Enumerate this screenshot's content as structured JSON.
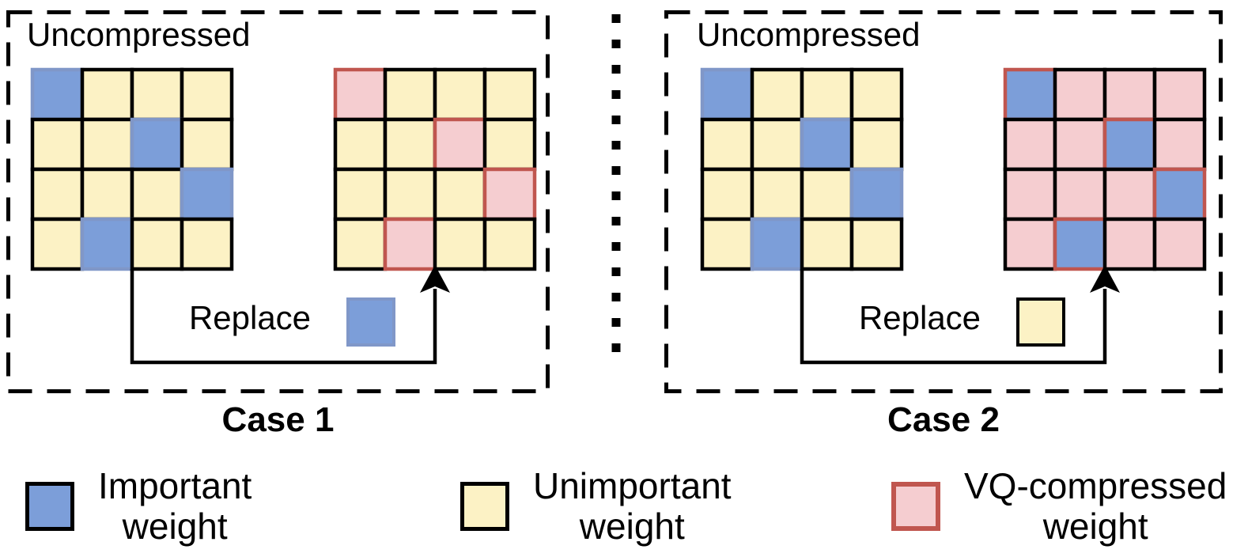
{
  "figure": {
    "panels": [
      {
        "title": "Uncompressed",
        "case_label": "Case 1",
        "replace_label": "Replace",
        "replace_swatch": "important",
        "replace_swatch_border": "important_border",
        "grids": [
          {
            "name": "uncompressed-weights",
            "cells": [
              [
                "B",
                "Y",
                "Y",
                "Y"
              ],
              [
                "Y",
                "Y",
                "B",
                "Y"
              ],
              [
                "Y",
                "Y",
                "Y",
                "B"
              ],
              [
                "Y",
                "B",
                "Y",
                "Y"
              ]
            ],
            "stroke_map": {
              "B": "important_border",
              "Y": "line",
              "P": "vq_border"
            }
          },
          {
            "name": "compressed-weights-important-replaced",
            "cells": [
              [
                "P",
                "Y",
                "Y",
                "Y"
              ],
              [
                "Y",
                "Y",
                "P",
                "Y"
              ],
              [
                "Y",
                "Y",
                "Y",
                "P"
              ],
              [
                "Y",
                "P",
                "Y",
                "Y"
              ]
            ],
            "stroke_map": {
              "B": "important_border",
              "Y": "line",
              "P": "vq_border"
            }
          }
        ]
      },
      {
        "title": "Uncompressed",
        "case_label": "Case 2",
        "replace_label": "Replace",
        "replace_swatch": "unimportant",
        "replace_swatch_border": "line",
        "grids": [
          {
            "name": "uncompressed-weights",
            "cells": [
              [
                "B",
                "Y",
                "Y",
                "Y"
              ],
              [
                "Y",
                "Y",
                "B",
                "Y"
              ],
              [
                "Y",
                "Y",
                "Y",
                "B"
              ],
              [
                "Y",
                "B",
                "Y",
                "Y"
              ]
            ],
            "stroke_map": {
              "B": "important_border",
              "Y": "line",
              "P": "vq_border"
            }
          },
          {
            "name": "compressed-weights-unimportant-replaced",
            "cells": [
              [
                "B",
                "P",
                "P",
                "P"
              ],
              [
                "P",
                "P",
                "B",
                "P"
              ],
              [
                "P",
                "P",
                "P",
                "B"
              ],
              [
                "P",
                "B",
                "P",
                "P"
              ]
            ],
            "stroke_map": {
              "B": "vq_border",
              "Y": "line",
              "P": "line"
            }
          }
        ]
      }
    ],
    "legend": [
      {
        "swatch": "important",
        "swatch_border": "line",
        "lines": [
          "Important",
          "weight"
        ]
      },
      {
        "swatch": "unimportant",
        "swatch_border": "line",
        "lines": [
          "Unimportant",
          "weight"
        ]
      },
      {
        "swatch": "vq",
        "swatch_border": "vq_border",
        "lines": [
          "VQ-compressed",
          "weight"
        ]
      }
    ]
  },
  "cell_types": {
    "B": "important weight",
    "Y": "unimportant weight",
    "P": "VQ-compressed weight"
  },
  "fill_map": {
    "B": "important",
    "Y": "unimportant",
    "P": "vq"
  },
  "colors": {
    "important": "#7C9ED9",
    "important_border": "#8097C8",
    "unimportant": "#FCF2C5",
    "vq": "#F5CDD0",
    "vq_border": "#C0564F",
    "line": "#000000"
  }
}
